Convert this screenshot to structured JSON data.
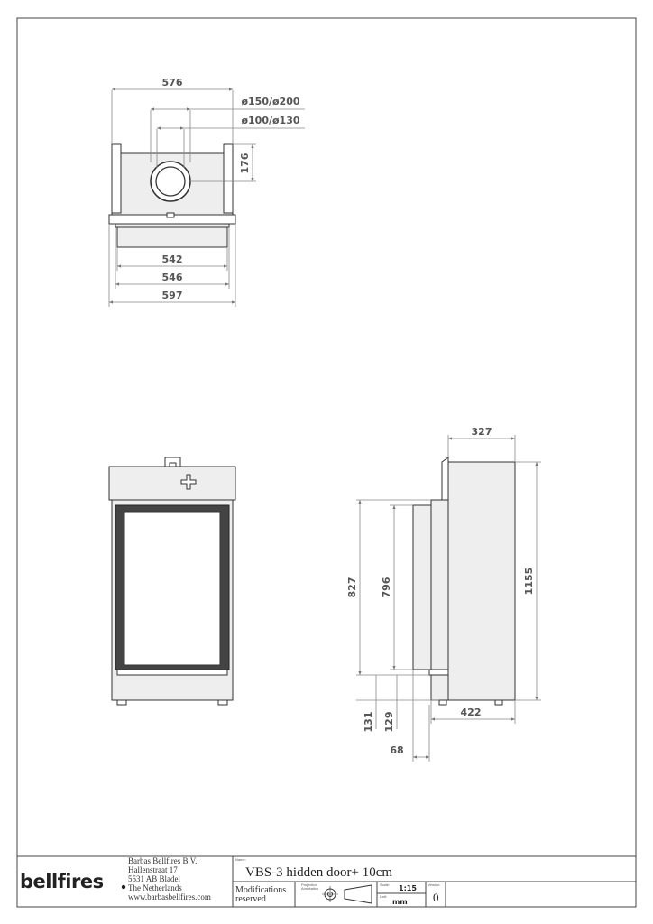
{
  "top_view": {
    "dims": [
      "576",
      "ø150/ø200",
      "ø100/ø130",
      "176",
      "542",
      "546",
      "597"
    ]
  },
  "side_view": {
    "dims": [
      "327",
      "827",
      "796",
      "1155",
      "131",
      "129",
      "422",
      "68"
    ]
  },
  "title_block": {
    "company_lines": [
      "Barbas Bellfires B.V.",
      "Hallenstraat 17",
      "5531 AB Bladel",
      "The Netherlands",
      "www.barbasbellfires.com"
    ],
    "brand": "bellfires",
    "name_label": "Name:",
    "title": "VBS-3 hidden door+ 10cm",
    "modifications_lines": [
      "Modifications",
      "reserved"
    ],
    "projection_label_lines": [
      "Projection",
      "Annotation"
    ],
    "scale_label": "Scale:",
    "scale_value": "1:15",
    "unit_label": "Unit:",
    "unit_value": "mm",
    "version_label": "Version:",
    "version_value": "0"
  },
  "colors": {
    "line": "#333333",
    "dimension": "#888888",
    "fill": "#eeeeee"
  }
}
